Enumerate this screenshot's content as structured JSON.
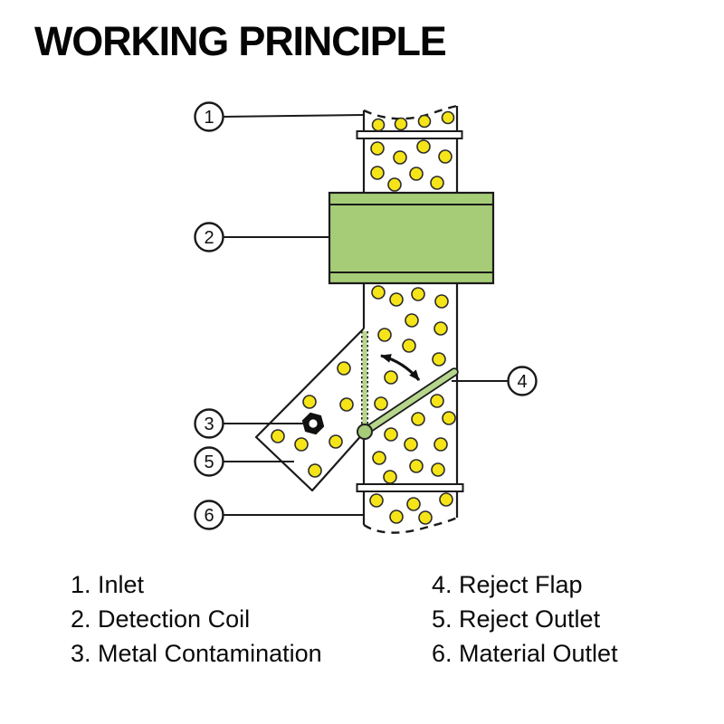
{
  "title": "WORKING PRINCIPLE",
  "colors": {
    "coil_green": "#a6cc78",
    "flap_green": "#b5d68c",
    "particle_yellow": "#f5e418",
    "outline_black": "#1a1a1a",
    "contaminant_black": "#111111"
  },
  "callouts": [
    {
      "number": "1",
      "label": "Inlet"
    },
    {
      "number": "2",
      "label": "Detection Coil"
    },
    {
      "number": "3",
      "label": "Metal Contamination"
    },
    {
      "number": "4",
      "label": "Reject Flap"
    },
    {
      "number": "5",
      "label": "Reject Outlet"
    },
    {
      "number": "6",
      "label": "Material Outlet"
    }
  ],
  "legend": {
    "left": [
      {
        "num": "1.",
        "label": "Inlet"
      },
      {
        "num": "2.",
        "label": "Detection Coil"
      },
      {
        "num": "3.",
        "label": "Metal Contamination"
      }
    ],
    "right": [
      {
        "num": "4.",
        "label": "Reject Flap"
      },
      {
        "num": "5.",
        "label": "Reject Outlet"
      },
      {
        "num": "6.",
        "label": "Material Outlet"
      }
    ]
  }
}
